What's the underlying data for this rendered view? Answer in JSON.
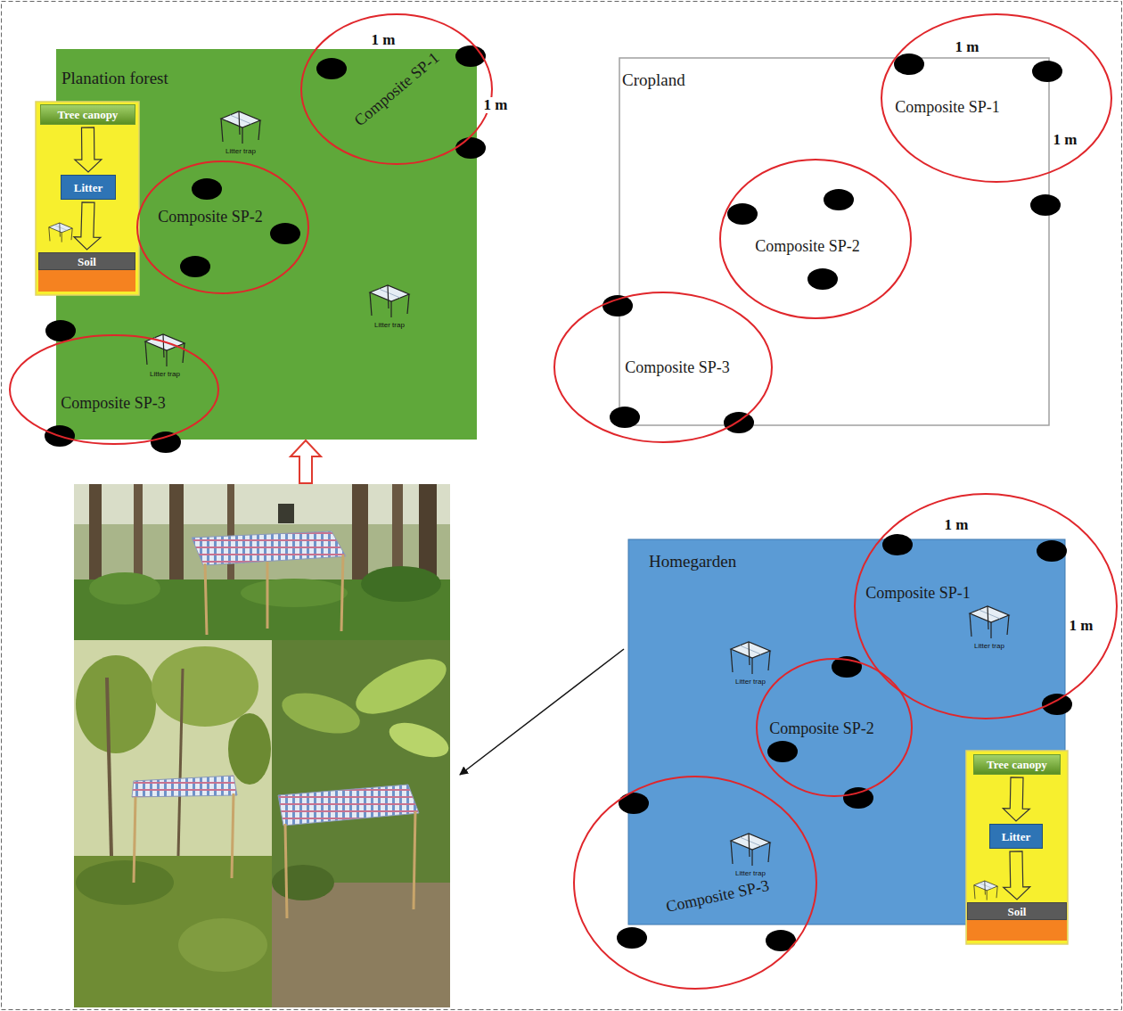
{
  "diagram": {
    "nodes": [
      {
        "text": [
          "Planation forest"
        ]
      },
      {
        "text": [
          "Composite SP-1"
        ],
        "in": 0
      },
      {
        "text": [
          "Composite SP-2"
        ],
        "in": 0
      },
      {
        "text": [
          "Composite SP-3"
        ],
        "in": 0
      },
      {
        "text": [
          "Tree canopy"
        ],
        "in": 0
      },
      {
        "text": [
          "Litter"
        ],
        "in": 0
      },
      {
        "text": [
          "Soil"
        ],
        "in": 0
      },
      {
        "text": [
          "Cropland"
        ]
      },
      {
        "text": [
          "Composite SP-1"
        ],
        "in": 7
      },
      {
        "text": [
          "Composite SP-2"
        ],
        "in": 7
      },
      {
        "text": [
          "Composite SP-3"
        ],
        "in": 7
      },
      {
        "text": [
          "Homegarden"
        ]
      },
      {
        "text": [
          "Composite SP-1"
        ],
        "in": 11
      },
      {
        "text": [
          "Composite SP-2"
        ],
        "in": 11
      },
      {
        "text": [
          "Composite SP-3"
        ],
        "in": 11
      },
      {
        "text": [
          "Tree canopy"
        ],
        "in": 11
      },
      {
        "text": [
          "Litter"
        ],
        "in": 11
      },
      {
        "text": [
          "Soil"
        ],
        "in": 11
      }
    ],
    "edges": [
      {
        "from": 4,
        "to": 5,
        "arrow": "to"
      },
      {
        "from": 5,
        "to": 6,
        "arrow": "to"
      },
      {
        "from": 15,
        "to": 16,
        "arrow": "to"
      },
      {
        "from": 16,
        "to": 17,
        "arrow": "to"
      }
    ],
    "labels": [
      "1 m",
      "1 m",
      "1 m",
      "1 m",
      "1 m",
      "1 m",
      "Litter trap",
      "Litter trap",
      "Litter trap",
      "Litter trap",
      "Litter trap",
      "Litter trap"
    ]
  }
}
